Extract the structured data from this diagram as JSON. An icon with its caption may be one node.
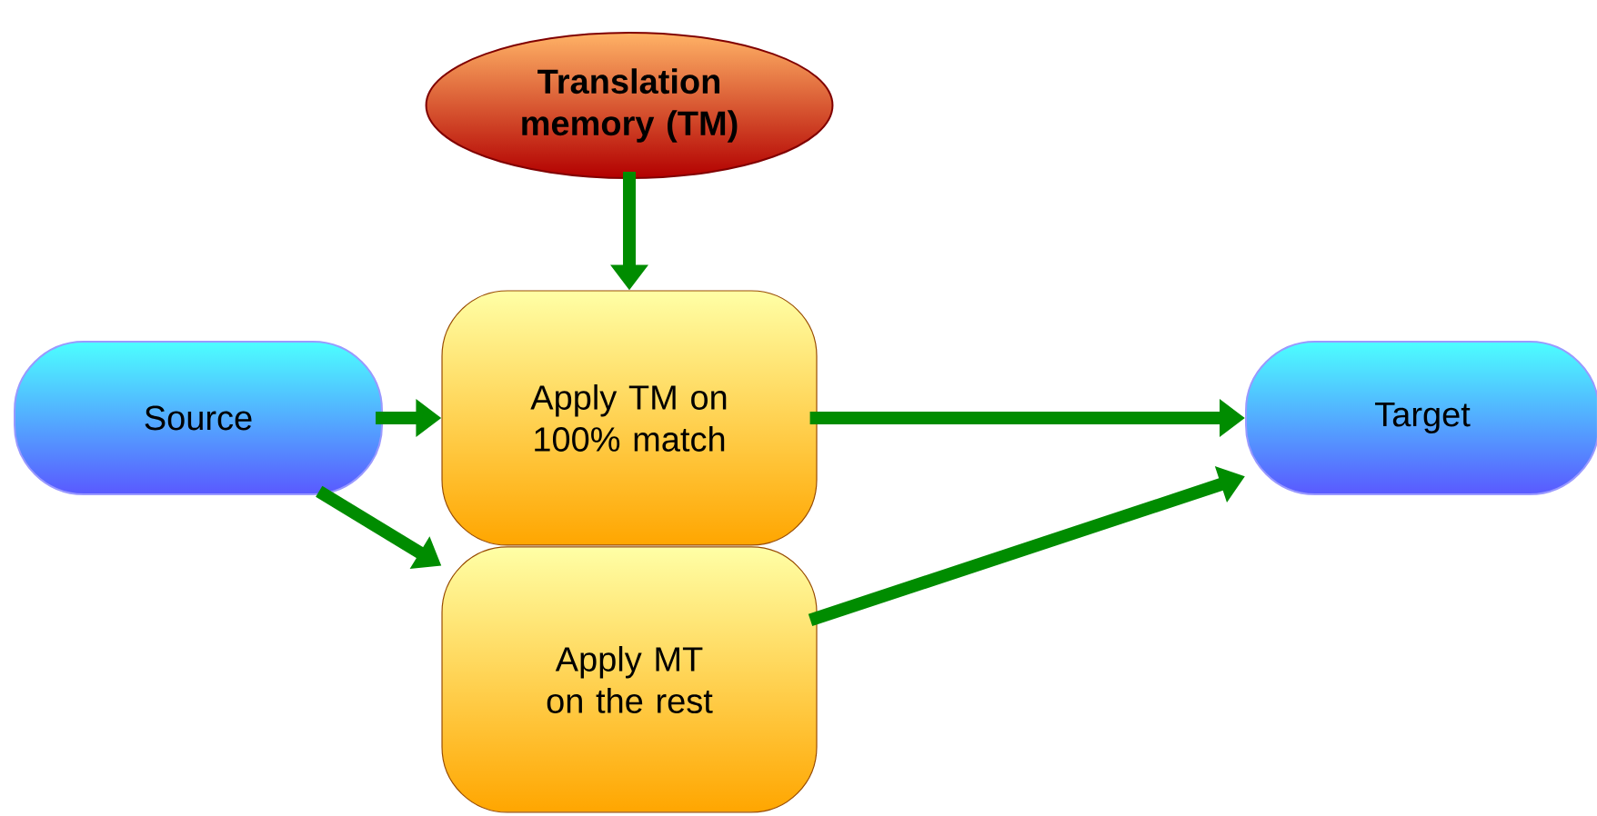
{
  "diagram": {
    "nodes": [
      {
        "text": [
          "**Translation memory (TM)**"
        ]
      },
      {
        "text": [
          "Source"
        ]
      },
      {
        "text": [
          "Apply TM on 100% match"
        ]
      },
      {
        "text": [
          "Apply MT on the rest"
        ]
      },
      {
        "text": [
          "Target"
        ]
      }
    ],
    "edges": [
      {
        "from": 0,
        "to": 2,
        "arrow": "to"
      },
      {
        "from": 1,
        "to": 2,
        "arrow": "to"
      },
      {
        "from": 1,
        "to": 3,
        "arrow": "to"
      },
      {
        "from": 2,
        "to": 4,
        "arrow": "to"
      },
      {
        "from": 3,
        "to": 4,
        "arrow": "to"
      }
    ]
  }
}
